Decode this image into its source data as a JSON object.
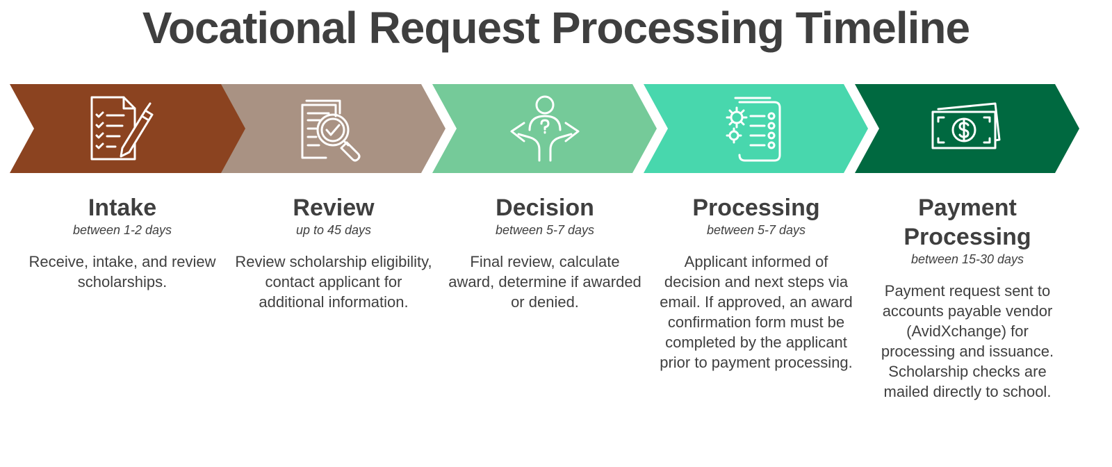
{
  "title": "Vocational Request Processing Timeline",
  "colors": {
    "intake": "#8b4320",
    "review": "#a99283",
    "decision": "#75ca99",
    "processing": "#48d7ad",
    "payment": "#006940",
    "icon": "#ffffff",
    "text": "#3f3f3f"
  },
  "stages": [
    {
      "icon": "checklist-pencil-icon",
      "name": "Intake",
      "duration": "between 1-2 days",
      "description": "Receive, intake, and review scholarships."
    },
    {
      "icon": "document-magnifier-check-icon",
      "name": "Review",
      "duration": "up to 45 days",
      "description": "Review scholarship eligibility, contact applicant for additional information."
    },
    {
      "icon": "person-decision-arrows-icon",
      "name": "Decision",
      "duration": "between 5-7 days",
      "description": "Final review, calculate award, determine if awarded or denied."
    },
    {
      "icon": "gear-list-document-icon",
      "name": "Processing",
      "duration": "between 5-7 days",
      "description": "Applicant informed of decision and next steps via email. If approved, an award confirmation form must be completed by the applicant prior to payment processing."
    },
    {
      "icon": "dollar-bills-icon",
      "name": "Payment Processing",
      "duration": "between 15-30 days",
      "description": "Payment request sent to accounts payable vendor (AvidXchange) for processing and issuance. Scholarship checks are mailed directly to school."
    }
  ]
}
